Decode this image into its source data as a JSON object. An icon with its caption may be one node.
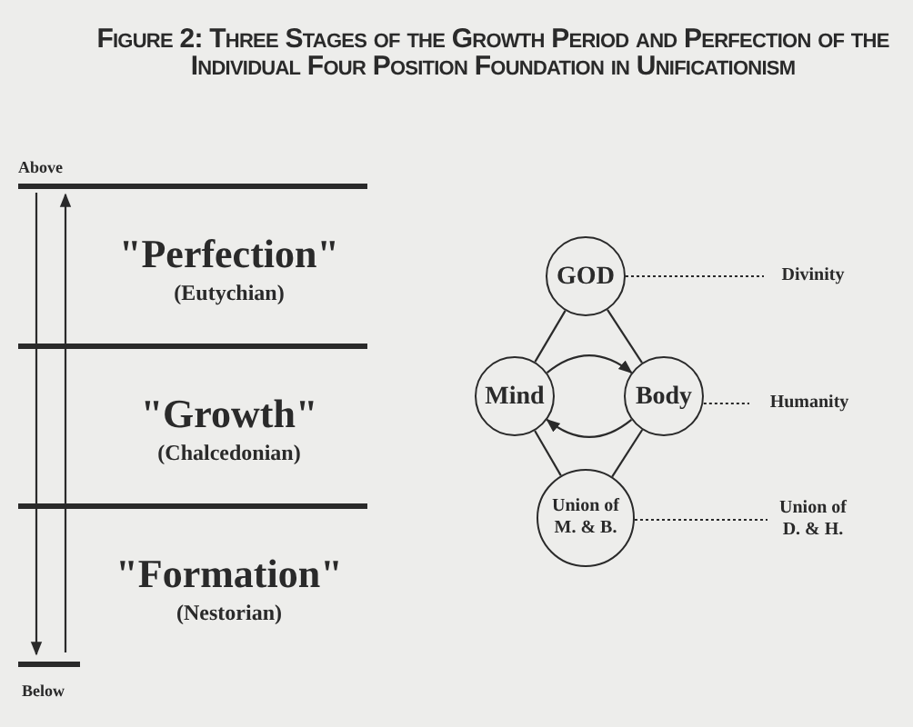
{
  "diagram": {
    "title": "Figure 2: Three Stages of the Growth Period and Perfection of the Individual Four Position Foundation in Unificationism",
    "nodes": [
      {
        "text": [
          "\"Perfection\"",
          "(Eutychian)"
        ]
      },
      {
        "text": [
          "\"Growth\"",
          "(Chalcedonian)"
        ]
      },
      {
        "text": [
          "\"Formation\"",
          "(Nestorian)"
        ]
      },
      {
        "text": [
          "GOD"
        ]
      },
      {
        "text": [
          "Mind"
        ]
      },
      {
        "text": [
          "Body"
        ]
      },
      {
        "text": [
          "Union of M. & B."
        ]
      },
      {
        "text": [
          "Divinity"
        ]
      },
      {
        "text": [
          "Humanity"
        ]
      },
      {
        "text": [
          "Union of D. & H."
        ]
      },
      {
        "text": [
          "Above"
        ]
      },
      {
        "text": [
          "Below"
        ]
      }
    ],
    "edges": [
      {
        "from": 3,
        "to": 4,
        "arrow": "none"
      },
      {
        "from": 3,
        "to": 5,
        "arrow": "none"
      },
      {
        "from": 4,
        "to": 6,
        "arrow": "none"
      },
      {
        "from": 5,
        "to": 6,
        "arrow": "none"
      },
      {
        "from": 4,
        "to": 5,
        "arrow": "to"
      },
      {
        "from": 5,
        "to": 4,
        "arrow": "to"
      },
      {
        "from": 3,
        "to": 7,
        "arrow": "none",
        "style": "dashed"
      },
      {
        "from": 5,
        "to": 8,
        "arrow": "none",
        "style": "dashed"
      },
      {
        "from": 6,
        "to": 9,
        "arrow": "none",
        "style": "dashed"
      },
      {
        "from": 10,
        "to": 11,
        "arrow": "to"
      },
      {
        "from": 11,
        "to": 10,
        "arrow": "to"
      }
    ]
  }
}
